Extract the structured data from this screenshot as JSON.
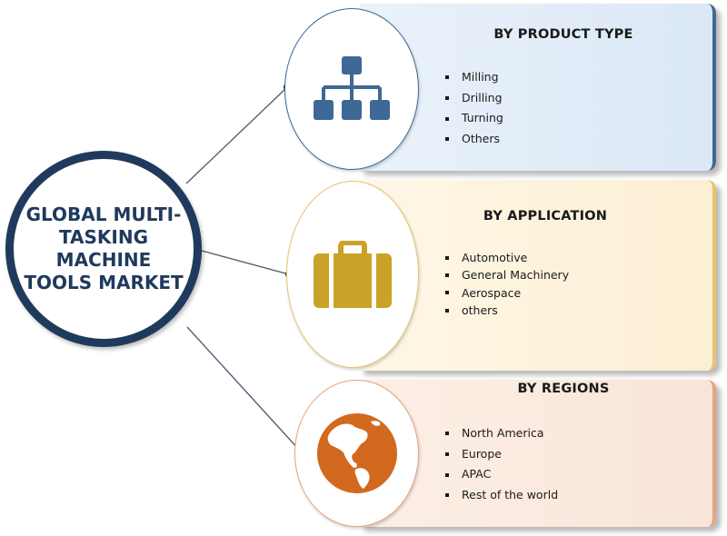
{
  "hub": {
    "title": "GLOBAL MULTI-TASKING MACHINE TOOLS MARKET"
  },
  "segments": [
    {
      "title": "BY PRODUCT  TYPE",
      "icon": "hierarchy-icon",
      "color": "#3e6896",
      "items": [
        "Milling",
        "Drilling",
        "Turning",
        "Others"
      ]
    },
    {
      "title": "BY APPLICATION",
      "icon": "briefcase-icon",
      "color": "#c9a227",
      "items": [
        "Automotive",
        "General Machinery",
        "Aerospace",
        "others"
      ]
    },
    {
      "title": "BY REGIONS",
      "icon": "globe-icon",
      "color": "#d2691e",
      "items": [
        "North America",
        "Europe",
        "APAC",
        "Rest of the world"
      ]
    }
  ],
  "colors": {
    "hub_ring": "#1f3a5c",
    "connector": "#2c3e50",
    "card1_bg": "#e3eef8",
    "card2_bg": "#fdf2dc",
    "card3_bg": "#fbe8dc"
  }
}
